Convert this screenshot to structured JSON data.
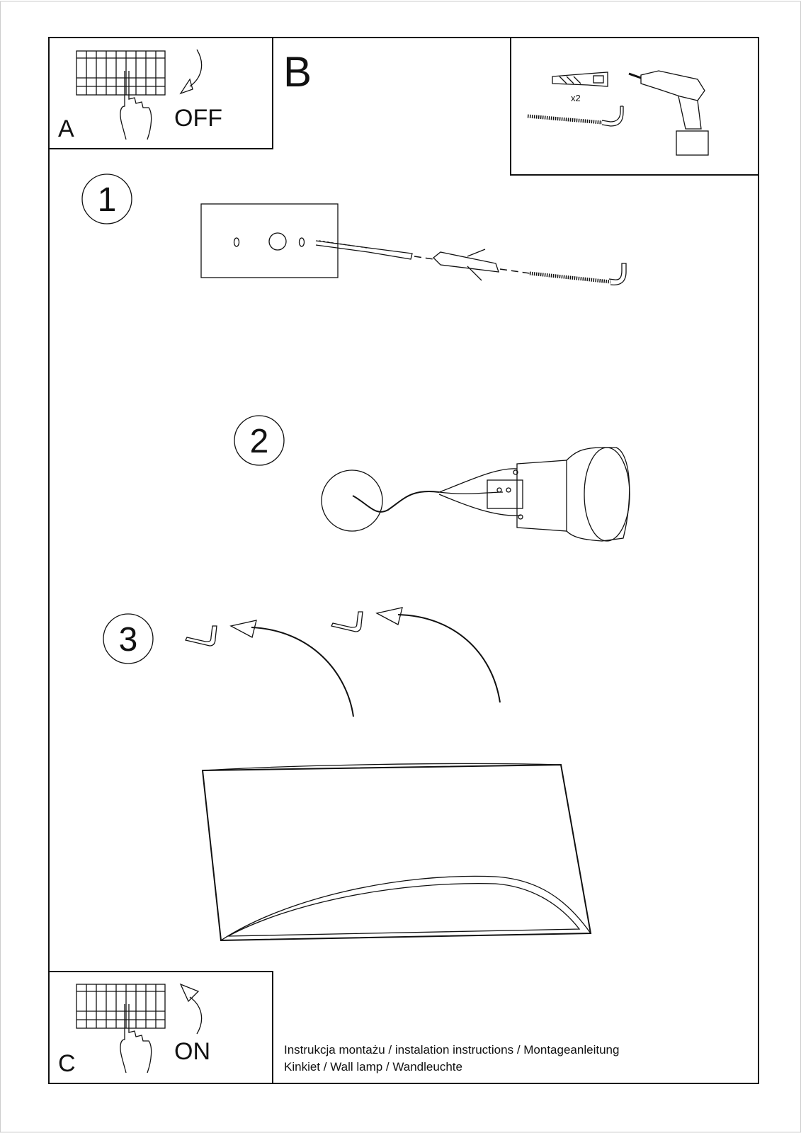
{
  "panels": {
    "a": {
      "letter": "A",
      "label": "OFF"
    },
    "b": {
      "letter": "B",
      "quantity": "x2"
    },
    "c": {
      "letter": "C",
      "label": "ON"
    }
  },
  "steps": [
    "1",
    "2",
    "3"
  ],
  "footer": {
    "line1": "Instrukcja montażu / instalation instructions / Montageanleitung",
    "line2": "Kinkiet / Wall lamp / Wandleuchte"
  },
  "colors": {
    "ink": "#111111",
    "background": "#ffffff"
  }
}
